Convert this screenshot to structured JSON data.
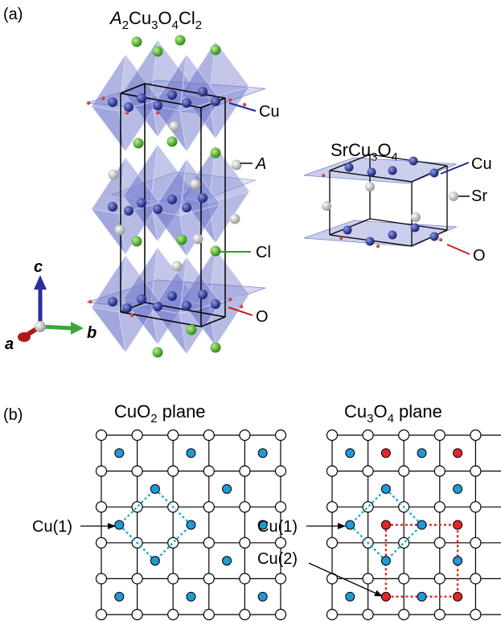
{
  "panel_a": {
    "label": "(a)",
    "title_left": {
      "prefix": "A",
      "c1": "2",
      "p2": "Cu",
      "c2": "3",
      "p3": "O",
      "c3": "4",
      "p4": "Cl",
      "c4": "2"
    },
    "title_right": {
      "p1": "Sr",
      "p2": "Cu",
      "c2": "3",
      "p3": "O",
      "c3": "4"
    },
    "left_labels": {
      "cu": "Cu",
      "a": "A",
      "cl": "Cl",
      "o": "O"
    },
    "right_labels": {
      "cu": "Cu",
      "sr": "Sr",
      "o": "O"
    },
    "axes": {
      "a": "a",
      "b": "b",
      "c": "c"
    }
  },
  "panel_b": {
    "label": "(b)",
    "left_title": {
      "p1": "CuO",
      "c1": "2",
      "p2": " plane"
    },
    "right_title": {
      "p1": "Cu",
      "c1": "3",
      "p2": "O",
      "c2": "4",
      "p3": " plane"
    },
    "left_labels": {
      "cu1": "Cu(1)"
    },
    "right_labels": {
      "cu1": "Cu(1)",
      "cu2": "Cu(2)"
    }
  },
  "colors": {
    "cu_blue": "#1f9ad6",
    "cu2_red": "#e8242a",
    "octahedron": "#6f77c9",
    "cl_green": "#52b72c",
    "cu_sphere": "#24338f",
    "o_red": "#cc2222"
  }
}
